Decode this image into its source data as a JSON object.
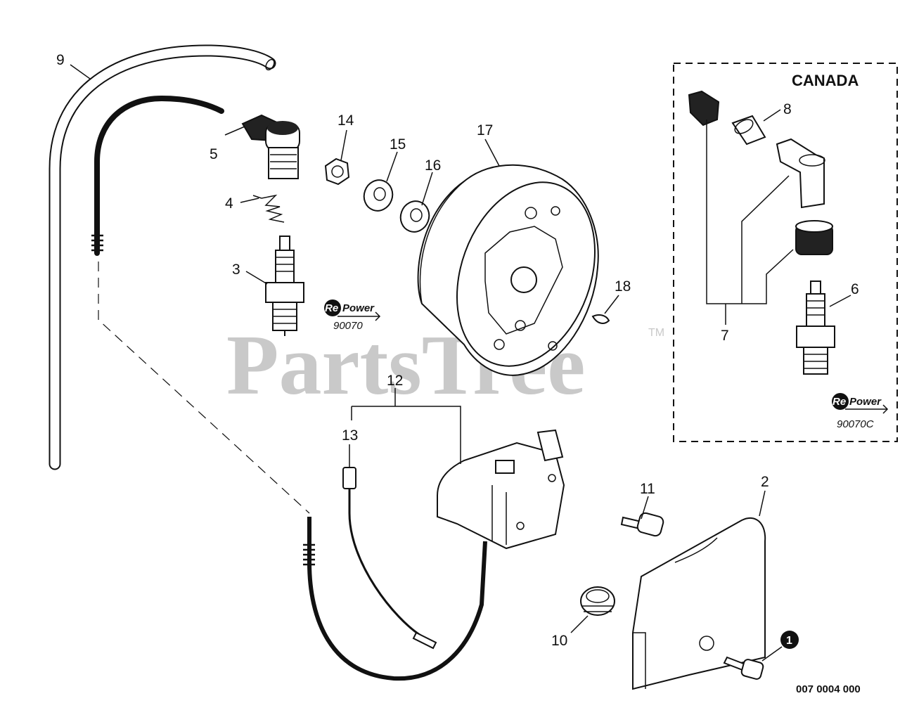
{
  "diagram": {
    "watermark": "PartsTree",
    "watermark_tm": "TM",
    "inset_title": "CANADA",
    "drawing_number": "007 0004 000",
    "note_marker": "1",
    "repower": [
      {
        "brand_prefix": "Re",
        "brand_suffix": "Power",
        "part_number": "90070"
      },
      {
        "brand_prefix": "Re",
        "brand_suffix": "Power",
        "part_number": "90070C"
      }
    ],
    "callouts": [
      "9",
      "5",
      "4",
      "3",
      "14",
      "15",
      "16",
      "17",
      "18",
      "12",
      "13",
      "11",
      "2",
      "10",
      "8",
      "6",
      "7"
    ]
  }
}
